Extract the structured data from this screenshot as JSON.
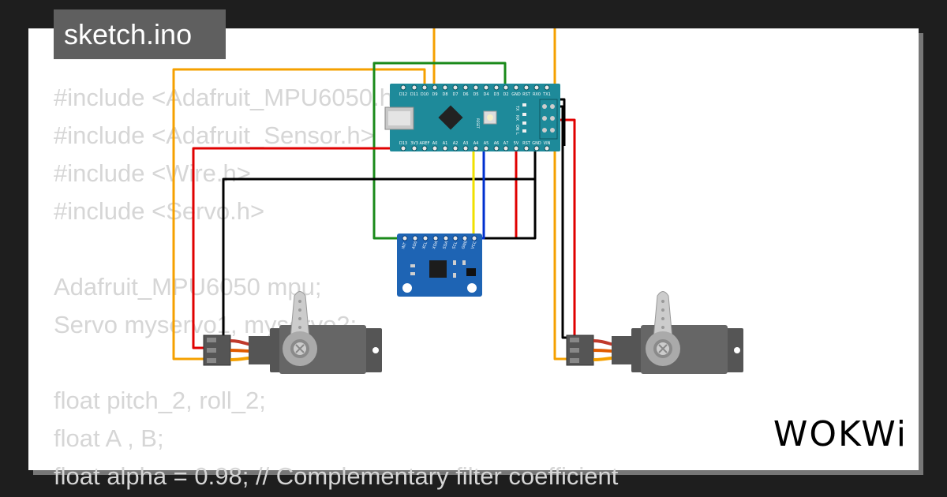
{
  "tab": {
    "filename": "sketch.ino"
  },
  "code_lines": [
    "#include <Adafruit_MPU6050.h>",
    "#include <Adafruit_Sensor.h>",
    "#include <Wire.h>",
    "#include <Servo.h>",
    "",
    "Adafruit_MPU6050 mpu;",
    "Servo myservo1, myservo2;",
    "",
    "float pitch_2, roll_2;",
    "float A , B;",
    "float alpha = 0.98; // Complementary filter coefficient"
  ],
  "brand": {
    "logo_text": "WOKWi"
  },
  "components": {
    "arduino": {
      "top_pins": [
        "D12",
        "D11",
        "D10",
        "D9",
        "D8",
        "D7",
        "D6",
        "D5",
        "D4",
        "D3",
        "D2",
        "GND",
        "RST",
        "RX0",
        "TX1"
      ],
      "bottom_pins": [
        "D13",
        "3V3",
        "AREF",
        "A0",
        "A1",
        "A2",
        "A3",
        "A4",
        "A5",
        "A6",
        "A7",
        "5V",
        "RST",
        "GND",
        "VIN"
      ],
      "side_labels": [
        "TX",
        "RX",
        "ON",
        "L"
      ],
      "reset_label": "RESET"
    },
    "mpu6050": {
      "pins": [
        "INT",
        "AD0",
        "XCL",
        "XDA",
        "SDA",
        "SCL",
        "GND",
        "VCC"
      ]
    }
  },
  "colors": {
    "board_teal": "#1e8a9a",
    "mpu_blue": "#1e64b4",
    "wire_orange": "#f5a000",
    "wire_green": "#1a8a1a",
    "wire_red": "#e00000",
    "wire_black": "#000000",
    "wire_yellow": "#f0e000",
    "wire_blue": "#0030d0"
  }
}
